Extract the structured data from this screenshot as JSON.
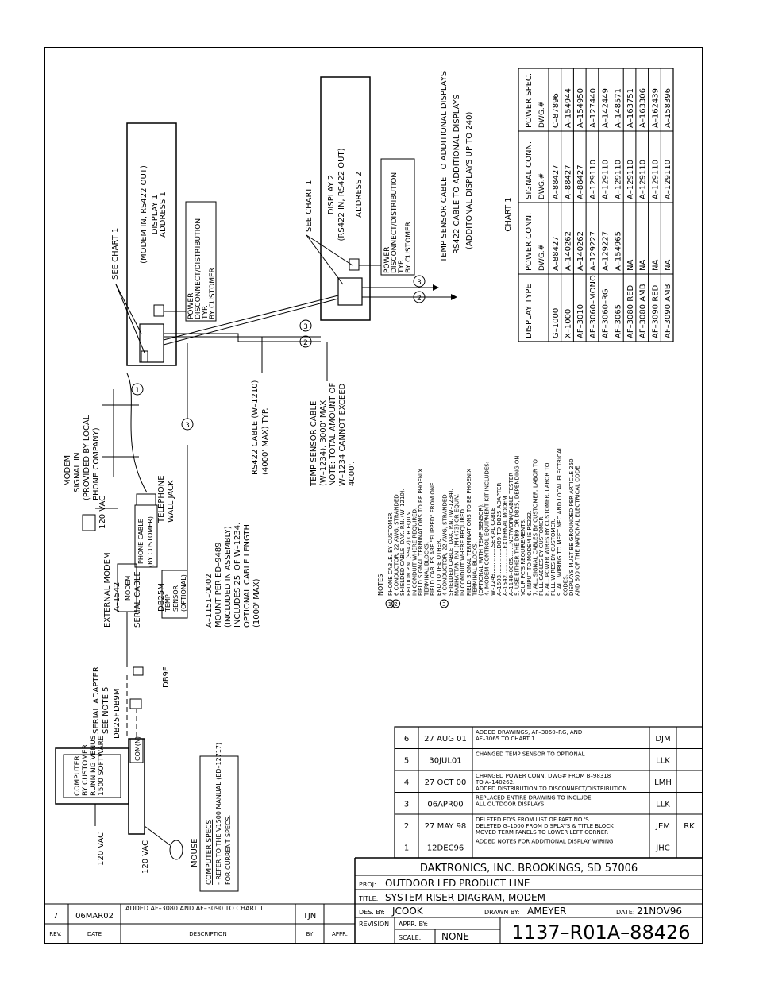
{
  "diagram": {
    "computer": {
      "label_lines": [
        "COMPUTER",
        "BY CUSTOMER",
        "RUNNING VENUS",
        "1500 SOFTWARE"
      ],
      "com_port": "COM(N)",
      "power_label_1": "120 VAC",
      "power_label_2": "120 VAC",
      "mouse_label": "MOUSE"
    },
    "computer_specs": {
      "title": "COMPUTER SPECS",
      "lines": [
        "– REFER TO THE V1500 MANUAL (ED–12717)",
        "FOR CURRENT SPECS."
      ]
    },
    "serial_adapter": {
      "label_lines": [
        "SERIAL ADAPTER",
        "SEE NOTE 5"
      ],
      "db9m": "DB9M",
      "db25f": "DB25F",
      "db9f": "DB9F",
      "serial_cable": "SERIAL CABLE"
    },
    "modem": {
      "label_lines": [
        "EXTERNAL MODEM",
        "A–1542"
      ],
      "box_label": "MODEM",
      "phone_cable": "PHONE CABLE",
      "phone_cable_by": "(BY CUSTOMER)",
      "db25m": "DB25M",
      "power_label": "120 VAC"
    },
    "modem_signal": {
      "lines": [
        "MODEM",
        "SIGNAL IN",
        "(PROVIDED BY LOCAL",
        "PHONE COMPANY)"
      ]
    },
    "telephone": {
      "lines": [
        "TELEPHONE",
        "WALL JACK"
      ]
    },
    "temp_sensor": {
      "box_lines": [
        "TEMP",
        "SENSOR",
        "(OPTIONAL)"
      ],
      "note_lines": [
        "A–1151–0002",
        "MOUNT PER ED–9489",
        "(INCLUDED IN ASSEMBLY)",
        "INCLUDES 25' OF W–1234.",
        "OPTIONAL CABLE LENGTH",
        "(1000' MAX)"
      ]
    },
    "rs422_cable": {
      "lines": [
        "RS422 CABLE (W–1210)",
        "(4000' MAX) TYP."
      ]
    },
    "temp_sensor_cable": {
      "lines": [
        "TEMP SENSOR CABLE",
        "(W–1234). 3000' MAX",
        "NOTE: TOTAL AMOUNT OF",
        "W–1234 CANNOT EXCEED",
        "4000'."
      ]
    },
    "display1": {
      "see_chart": "SEE CHART 1",
      "lines": [
        "DISPLAY 1",
        "(MODEM IN, RS422 OUT)",
        "ADDRESS 1"
      ],
      "power_disconnect": [
        "POWER",
        "DISCONNECT/DISTRIBUTION",
        "TYP.",
        "BY CUSTOMER"
      ]
    },
    "display2": {
      "see_chart": "SEE CHART 1",
      "lines": [
        "DISPLAY 2",
        "(RS422 IN, RS422 OUT)",
        "ADDRESS 2"
      ],
      "power_disconnect": [
        "POWER",
        "DISCONNECT/DISTRIBUTION",
        "TYP.",
        "BY CUSTOMER"
      ]
    },
    "additional": {
      "lines": [
        "TEMP SENSOR CABLE TO ADDITIONAL DISPLAYS",
        "RS422 CABLE TO ADDITIONAL DISPLAYS",
        "(ADDITONAL DISPLAYS UP TO 240)"
      ]
    },
    "callout_numbers": [
      "1",
      "2",
      "3"
    ]
  },
  "notes": {
    "title": "NOTES",
    "lines": [
      "PHONE CABLE. BY CUSTOMER.",
      "6 CONDUCTOR, 22 AWG, STRANDED",
      "SHIELDED CABLE. DAK. P.N. (W–1210).",
      "BELDON P.N. (9942) OR EQUIV.",
      "IN CONDUIT WHERE REQUIRED.",
      "FIELD SIGNAL TERMINATIONS TO BE PHOENIX",
      "TERMINAL BLOCKS.",
      "FIELD CABLES ARE \"FLIPPED\" FROM ONE",
      "END TO THE OTHER.",
      "4 CONDUCTOR, 22 AWG, STRANDED",
      "SHIELDED CABLE. DAK. P.N. (W–1234).",
      "MANHATTAN P.N. (M4473) OR EQUIV.",
      "IN CONDUIT WHERE REQUIRED.",
      "FIELD SIGNAL TERMINATIONS TO BE PHOENIX",
      "TERMINAL BLOCKS.",
      "(OPTIONAL WITH TEMP SENSOR).",
      "4. MODEM CONTROL EQUIPMENT KIT INCLUDES:",
      "W–1249...............SERIAL CABLE",
      "A–1603...............DB9 TO DB25 ADAPTER",
      "A–1542...............EXTERNAL MODEM",
      "A–1148–0005........NETWORK/CABLE TESTER",
      "5. USE EITHER THE DB9 OR DB25, DEPENDING ON",
      "YOUR PC'S REQUIREMENTS.",
      "6. INPUT TO MODEM IS RS232.",
      "7. ALL SIGNAL CABLES BY CUSTOMER. LABOR TO",
      "PULL CABLES BY CUSTOMER.",
      "8. ALL POWER WIRES BY CUSTOMER. LABOR TO",
      "PULL WIRES BY CUSTOMER.",
      "9. ALL WIRING TO MEET NEC AND LOCAL ELECTRICAL",
      "CODES.",
      "DISPLAYS MUST BE GROUNDED PER ARTICLE 250",
      "AND 600 OF THE NATIONAL ELECTRICAL CODE."
    ]
  },
  "chart1": {
    "title": "CHART 1",
    "headers": [
      "DISPLAY TYPE",
      "POWER CONN.",
      "SIGNAL CONN.",
      "POWER SPEC."
    ],
    "subheaders": [
      "",
      "DWG.#",
      "DWG.#",
      "DWG.#"
    ],
    "rows": [
      [
        "G–1000",
        "A–88427",
        "A–88427",
        "C–87896"
      ],
      [
        "X–1000",
        "A–140262",
        "A–88427",
        "A–154944"
      ],
      [
        "AF–3010",
        "A–140262",
        "A–88427",
        "A–154950"
      ],
      [
        "AF–3060–MONO",
        "A–129227",
        "A–129110",
        "A–127440"
      ],
      [
        "AF–3060–RG",
        "A–129227",
        "A–129110",
        "A–142449"
      ],
      [
        "AF–3065",
        "A–154965",
        "A–129110",
        "A–148571"
      ],
      [
        "AF–3080 RED",
        "NA",
        "A–129110",
        "A–163751"
      ],
      [
        "AF–3080 AMB",
        "NA",
        "A–129110",
        "A–163306"
      ],
      [
        "AF–3090 RED",
        "NA",
        "A–129110",
        "A–162439"
      ],
      [
        "AF–3090 AMB",
        "NA",
        "A–129110",
        "A–158396"
      ]
    ]
  },
  "revisions": [
    {
      "rev": "6",
      "date": "27 AUG 01",
      "desc": [
        "ADDED DRAWINGS, AF–3060–RG, AND",
        "AF–3065 TO CHART 1."
      ],
      "by": "DJM",
      "appr": ""
    },
    {
      "rev": "5",
      "date": "30JUL01",
      "desc": [
        "CHANGED TEMP SENSOR TO OPTIONAL"
      ],
      "by": "LLK",
      "appr": ""
    },
    {
      "rev": "4",
      "date": "27 OCT 00",
      "desc": [
        "CHANGED POWER CONN. DWG# FROM B–98318",
        "TO A–140262.",
        "ADDED DISTRIBUTION TO DISCONNECT/DISTRIBUTION"
      ],
      "by": "LMH",
      "appr": ""
    },
    {
      "rev": "3",
      "date": "06APR00",
      "desc": [
        "REPLACED ENTIRE DRAWING TO INCLUDE",
        "ALL OUTDOOR DISPLAYS."
      ],
      "by": "LLK",
      "appr": ""
    },
    {
      "rev": "2",
      "date": "27 MAY 98",
      "desc": [
        "DELETED ED'S FROM LIST OF PART NO.'S",
        "DELETED G–1000 FROM DISPLAYS & TITLE BLOCK",
        "MOVED TERM PANELS TO LOWER LEFT CORNER"
      ],
      "by": "JEM",
      "appr": "RK"
    },
    {
      "rev": "1",
      "date": "12DEC96",
      "desc": [
        "ADDED NOTES FOR ADDITIONAL DISPLAY WIRING"
      ],
      "by": "JHC",
      "appr": ""
    }
  ],
  "revision_bottom": {
    "rev": "7",
    "date": "06MAR02",
    "desc": "ADDED AF–3080 AND AF–3090 TO CHART 1",
    "by": "TJN",
    "appr": ""
  },
  "revision_headers": {
    "rev": "REV.",
    "date": "DATE",
    "desc": "DESCRIPTION",
    "by": "BY",
    "appr": "APPR."
  },
  "title_block": {
    "company": "DAKTRONICS, INC.   BROOKINGS, SD  57006",
    "proj_label": "PROJ:",
    "proj": "OUTDOOR LED PRODUCT LINE",
    "title_label": "TITLE:",
    "title": "SYSTEM RISER DIAGRAM, MODEM",
    "des_label": "DES. BY:",
    "des": "JCOOK",
    "drawn_label": "DRAWN BY:",
    "drawn": "AMEYER",
    "date_label": "DATE:",
    "date": "21NOV96",
    "revision_label": "REVISION",
    "appr_label": "APPR. BY:",
    "scale_label": "SCALE:",
    "scale": "NONE",
    "drawing_number": "1137–R01A–88426"
  }
}
